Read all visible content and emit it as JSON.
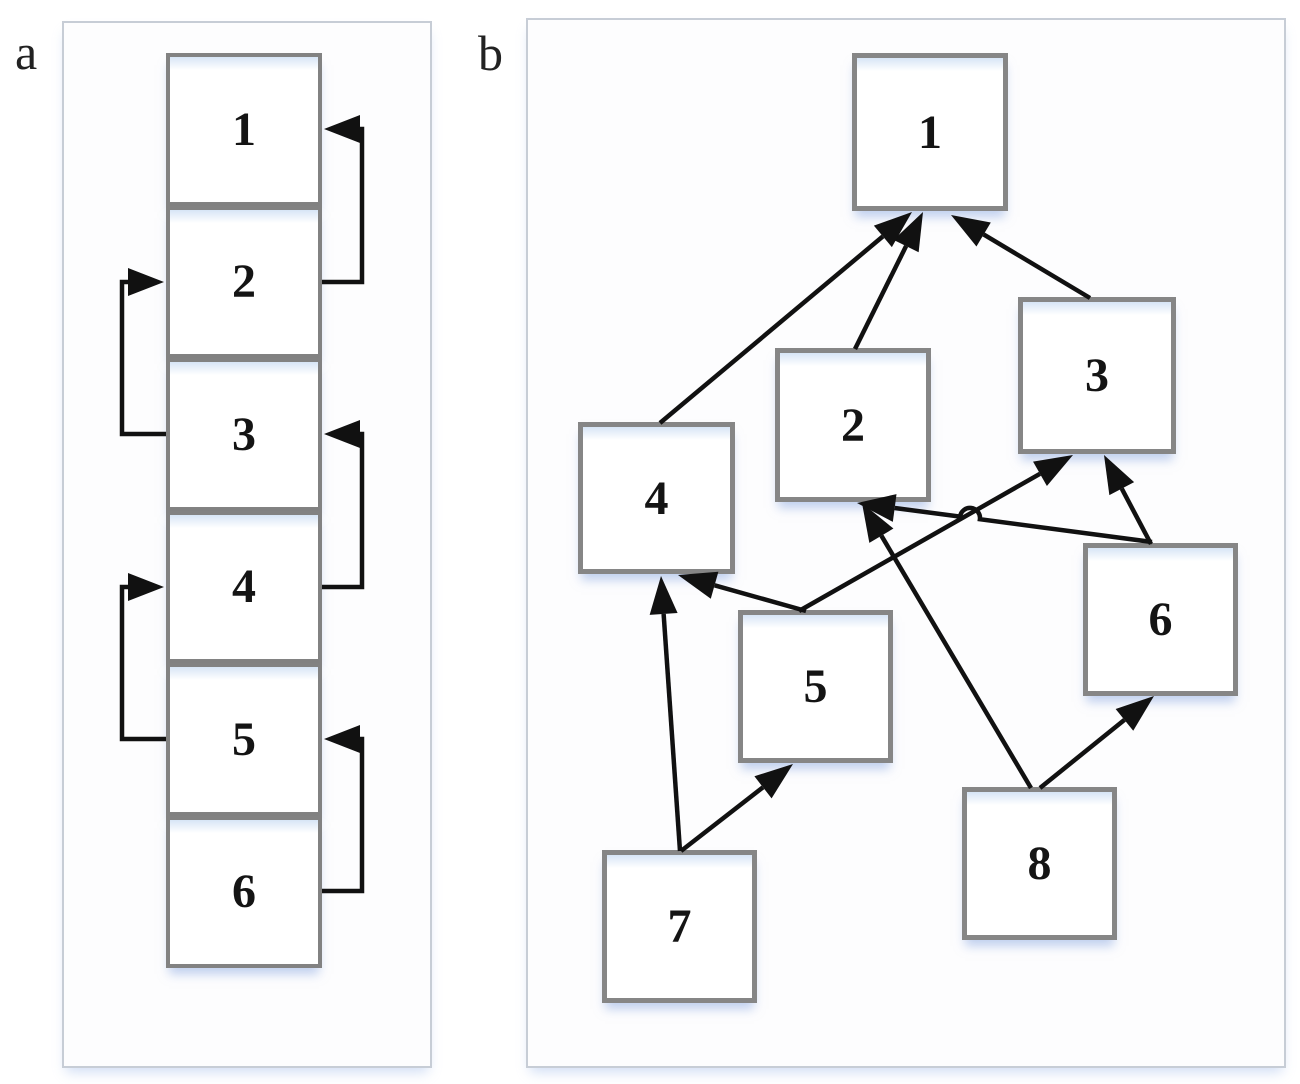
{
  "figure": {
    "panel_a": {
      "label": "a",
      "boxes": [
        "1",
        "2",
        "3",
        "4",
        "5",
        "6"
      ],
      "edges": [
        [
          "2",
          "1"
        ],
        [
          "3",
          "2"
        ],
        [
          "4",
          "3"
        ],
        [
          "5",
          "4"
        ],
        [
          "6",
          "5"
        ]
      ]
    },
    "panel_b": {
      "label": "b",
      "boxes": [
        "1",
        "2",
        "3",
        "4",
        "5",
        "6",
        "7",
        "8"
      ],
      "edges": [
        [
          "2",
          "1"
        ],
        [
          "4",
          "1"
        ],
        [
          "3",
          "1"
        ],
        [
          "5",
          "4"
        ],
        [
          "7",
          "4"
        ],
        [
          "7",
          "5"
        ],
        [
          "5",
          "3"
        ],
        [
          "6",
          "3"
        ],
        [
          "6",
          "2"
        ],
        [
          "8",
          "2"
        ],
        [
          "8",
          "6"
        ]
      ]
    },
    "colors": {
      "arrow": "#111111",
      "box_border": "#828282",
      "panel_border": "#c7cdd6",
      "box_glow": "#d7e5f6"
    }
  }
}
